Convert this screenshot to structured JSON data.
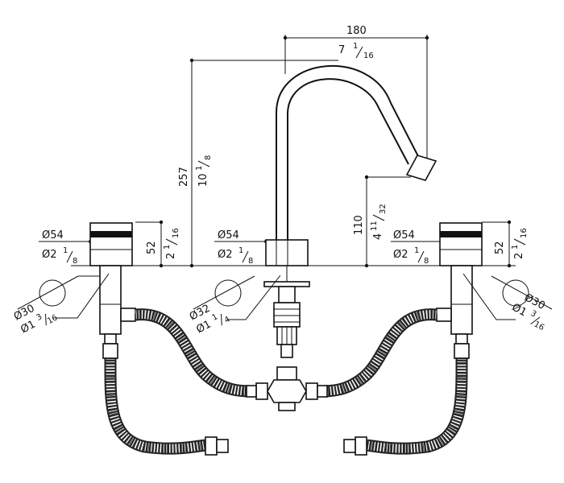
{
  "dimensions": {
    "spout_reach": {
      "metric": "180",
      "imperial_whole": "7",
      "imperial_num": "1",
      "imperial_den": "16"
    },
    "overall_height": {
      "metric": "257",
      "imperial_whole": "10",
      "imperial_num": "1",
      "imperial_den": "8"
    },
    "spout_clearance": {
      "metric": "110",
      "imperial_whole": "4",
      "imperial_num": "11",
      "imperial_den": "32"
    },
    "handle_height_left": {
      "metric": "52",
      "imperial_whole": "2",
      "imperial_num": "1",
      "imperial_den": "16"
    },
    "handle_height_right": {
      "metric": "52",
      "imperial_whole": "2",
      "imperial_num": "1",
      "imperial_den": "16"
    },
    "handle_diameter_left": {
      "metric": "Ø54",
      "imperial_whole": "Ø2",
      "imperial_num": "1",
      "imperial_den": "8"
    },
    "spout_base_diameter": {
      "metric": "Ø54",
      "imperial_whole": "Ø2",
      "imperial_num": "1",
      "imperial_den": "8"
    },
    "handle_diameter_right": {
      "metric": "Ø54",
      "imperial_whole": "Ø2",
      "imperial_num": "1",
      "imperial_den": "8"
    },
    "hole_left": {
      "metric": "Ø30",
      "imperial_whole": "Ø1",
      "imperial_num": "3",
      "imperial_den": "16"
    },
    "hole_center": {
      "metric": "Ø32",
      "imperial_whole": "Ø1",
      "imperial_num": "1",
      "imperial_den": "4"
    },
    "hole_right": {
      "metric": "Ø30",
      "imperial_whole": "Ø1",
      "imperial_num": "3",
      "imperial_den": "16"
    }
  },
  "colors": {
    "line": "#111111",
    "background": "#ffffff"
  }
}
